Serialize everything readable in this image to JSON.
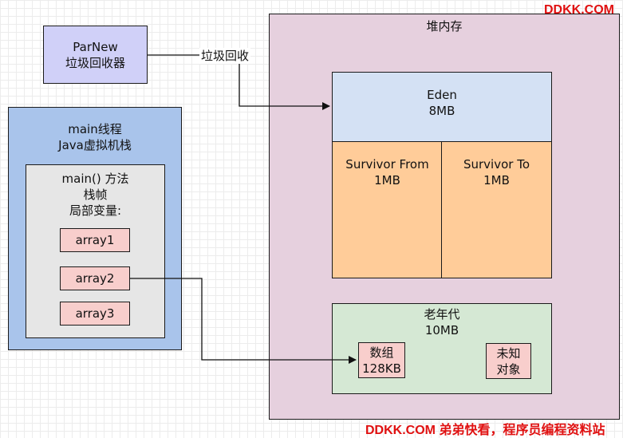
{
  "watermark_top": "DDKK.COM",
  "watermark_bottom": "DDKK.COM 弟弟快看，程序员编程资料站",
  "parnew": {
    "line1": "ParNew",
    "line2": "垃圾回收器"
  },
  "gc_edge_label": "垃圾回收",
  "thread": {
    "title_line1": "main线程",
    "title_line2": "Java虚拟机栈",
    "frame": {
      "line1": "main() 方法",
      "line2": "栈帧",
      "line3": "局部变量:",
      "vars": [
        "array1",
        "array2",
        "array3"
      ]
    }
  },
  "heap": {
    "title": "堆内存",
    "eden": {
      "name": "Eden",
      "size": "8MB"
    },
    "survivor_from": {
      "name": "Survivor From",
      "size": "1MB"
    },
    "survivor_to": {
      "name": "Survivor To",
      "size": "1MB"
    },
    "old_gen": {
      "name": "老年代",
      "size": "10MB",
      "array_obj": {
        "line1": "数组",
        "line2": "128KB"
      },
      "unknown_obj": {
        "line1": "未知",
        "line2": "对象"
      }
    }
  },
  "colors": {
    "parnew_fill": "#d0d0f8",
    "thread_fill": "#a9c4eb",
    "frame_fill": "#e6e6e6",
    "var_fill": "#f8cecc",
    "heap_fill": "#e6d0de",
    "eden_fill": "#d4e1f4",
    "survivor_fill": "#ffcc99",
    "old_fill": "#d5e8d4",
    "watermark": "#e01010"
  }
}
